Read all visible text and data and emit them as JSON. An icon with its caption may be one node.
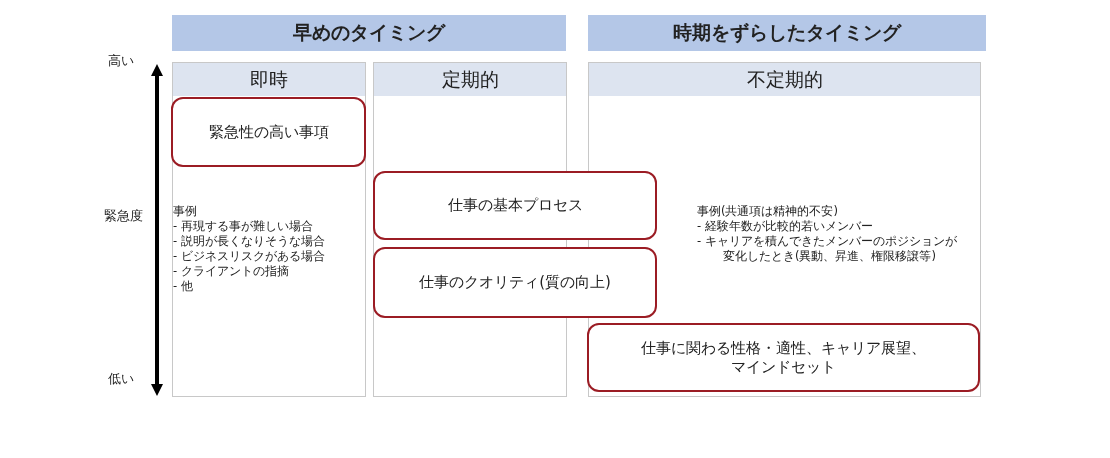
{
  "diagram": {
    "nodes": [
      {
        "text": [
          "早めのタイミング"
        ]
      },
      {
        "text": [
          "時期をずらしたタイミング"
        ]
      },
      {
        "text": [
          "即時",
          "事例",
          "- 再現する事が難しい場合",
          "- 説明が長くなりそうな場合",
          "- ビジネスリスクがある場合",
          "- クライアントの指摘",
          "- 他"
        ]
      },
      {
        "text": [
          "定期的"
        ]
      },
      {
        "text": [
          "不定期的",
          "事例(共通項は精神的不安)",
          "- 経験年数が比較的若いメンバー",
          "- キャリアを積んできたメンバーのポジションが変化したとき(異動、昇進、権限移譲等)"
        ]
      },
      {
        "text": [
          "緊急性の高い事項"
        ],
        "in": 2
      },
      {
        "text": [
          "仕事の基本プロセス"
        ]
      },
      {
        "text": [
          "仕事のクオリティ(質の向上)"
        ]
      },
      {
        "text": [
          "仕事に関わる性格・適性、キャリア展望、マインドセット"
        ],
        "in": 4
      }
    ],
    "labels": [
      "高い",
      "緊急度",
      "低い"
    ]
  }
}
